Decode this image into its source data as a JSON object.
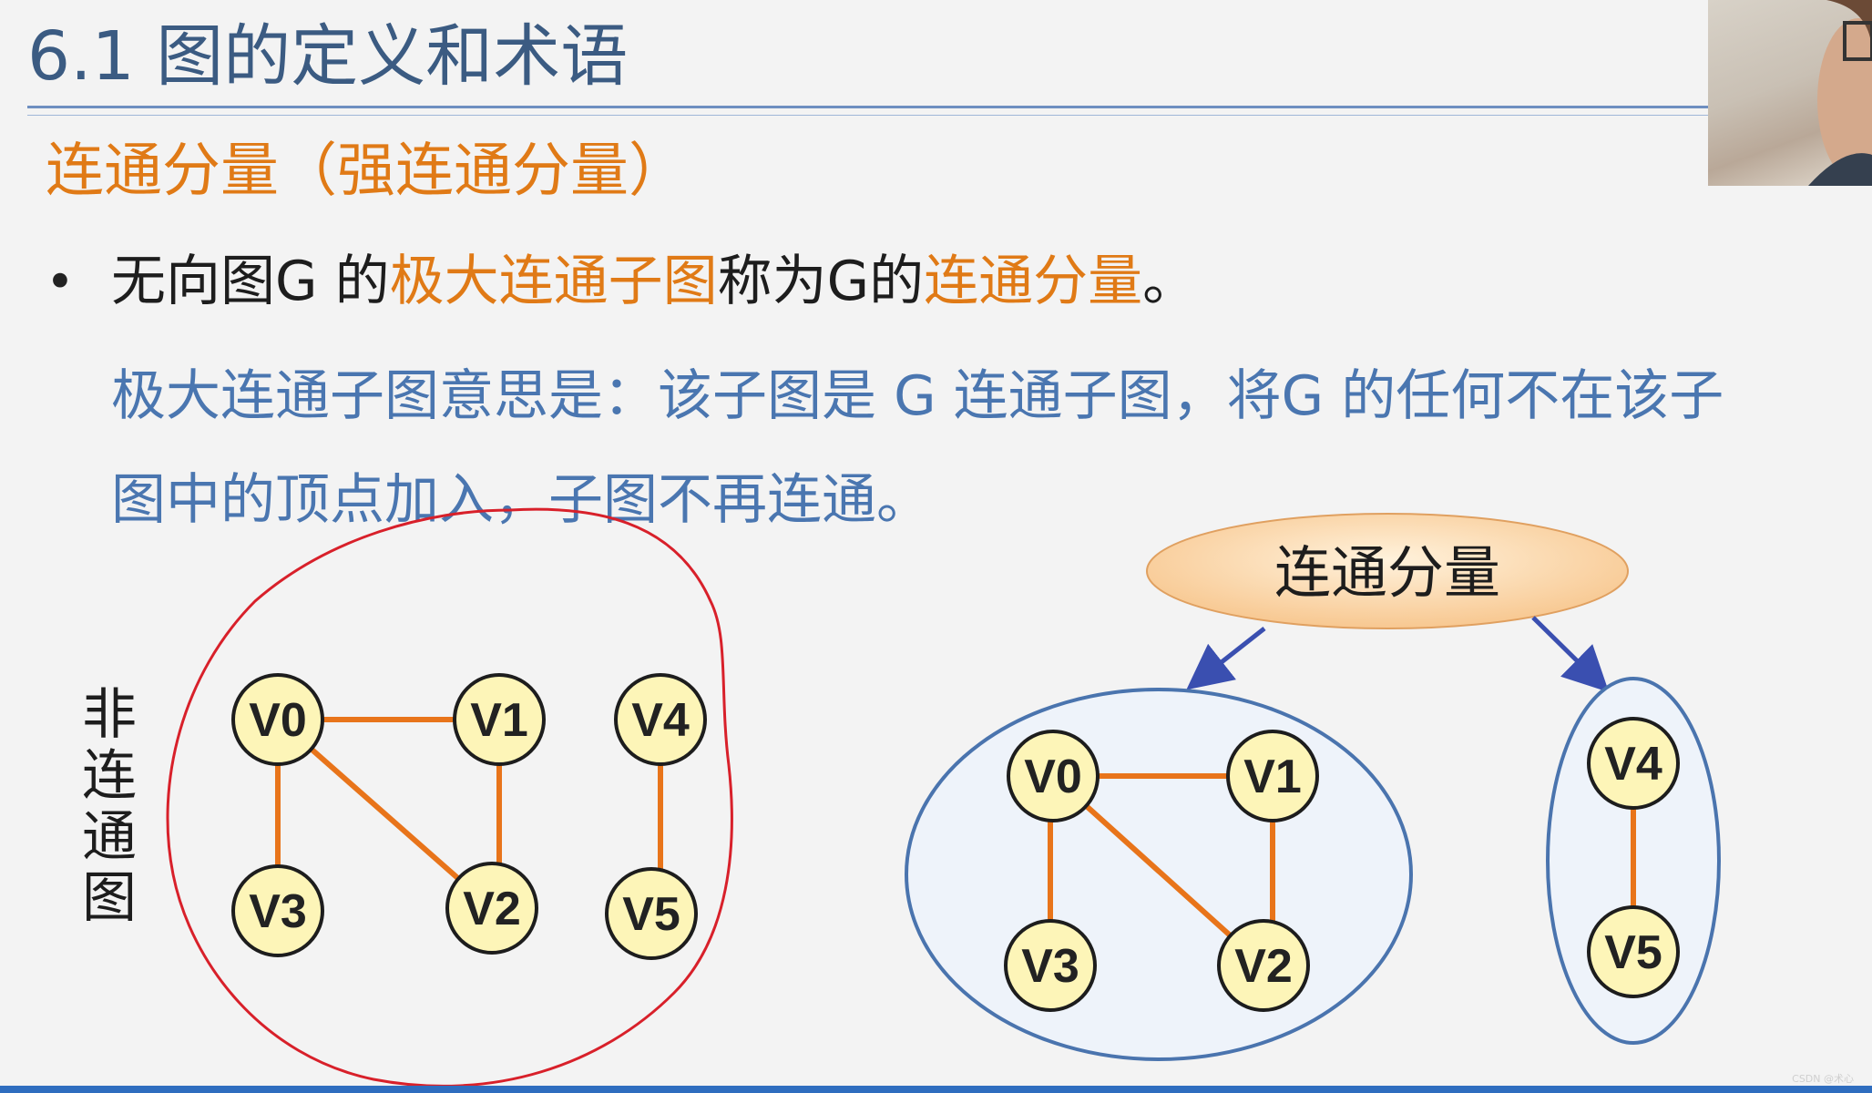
{
  "slide": {
    "title": "6.1 图的定义和术语",
    "subtitle": "连通分量（强连通分量）",
    "bullet": {
      "marker": "•",
      "parts": [
        {
          "text": "无向图G 的",
          "color": "black"
        },
        {
          "text": "极大连通子图",
          "color": "orange"
        },
        {
          "text": "称为G的",
          "color": "black"
        },
        {
          "text": "连通分量",
          "color": "orange"
        },
        {
          "text": "。",
          "color": "black"
        }
      ]
    },
    "explanation_line1": "极大连通子图意思是：该子图是 G 连通子图，将G 的任何不在该子",
    "explanation_line2": "图中的顶点加入，子图不再连通。",
    "left_label": "非连通图",
    "callout_label": "连通分量",
    "watermark": "CSDN @术心"
  },
  "graph": {
    "vertices": [
      "V0",
      "V1",
      "V2",
      "V3",
      "V4",
      "V5"
    ],
    "edges": [
      [
        "V0",
        "V1"
      ],
      [
        "V0",
        "V3"
      ],
      [
        "V0",
        "V2"
      ],
      [
        "V1",
        "V2"
      ],
      [
        "V4",
        "V5"
      ]
    ],
    "components": [
      [
        "V0",
        "V1",
        "V2",
        "V3"
      ],
      [
        "V4",
        "V5"
      ]
    ]
  },
  "colors": {
    "title": "#3b5b82",
    "orange": "#e07a16",
    "blue_text": "#4a76b0",
    "vertex_fill": "#fdf5b8",
    "edge": "#e8741a",
    "component_outline": "#4a74ae",
    "component_fill": "#eef3fa",
    "annotation_circle": "#d8202a",
    "arrow": "#3a4fb0",
    "callout_fill": "#fbd6a6"
  }
}
